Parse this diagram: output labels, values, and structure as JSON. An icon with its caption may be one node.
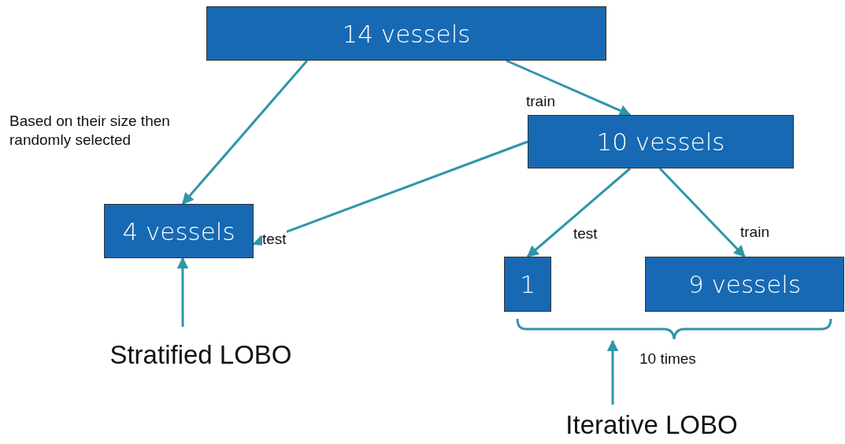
{
  "diagram": {
    "nodes": [
      {
        "text": [
          "14 vessels"
        ]
      },
      {
        "text": [
          "10 vessels"
        ]
      },
      {
        "text": [
          "4 vessels"
        ]
      },
      {
        "text": [
          "1"
        ]
      },
      {
        "text": [
          "9 vessels"
        ]
      },
      {
        "text": [
          "Stratified LOBO"
        ]
      },
      {
        "text": [
          "Iterative LOBO"
        ]
      },
      {
        "text": [],
        "shape": "brace"
      }
    ],
    "edges": [
      {
        "from": 0,
        "to": 2,
        "arrow": "to",
        "label": "Based on their size then randomly selected"
      },
      {
        "from": 0,
        "to": 1,
        "arrow": "to",
        "label": "train"
      },
      {
        "from": 1,
        "to": 2,
        "arrow": "to",
        "label": "test"
      },
      {
        "from": 1,
        "to": 3,
        "arrow": "to",
        "label": "test"
      },
      {
        "from": 1,
        "to": 4,
        "arrow": "to",
        "label": "train"
      },
      {
        "from": 5,
        "to": 2,
        "arrow": "to"
      },
      {
        "from": 6,
        "to": 7,
        "arrow": "to"
      }
    ],
    "labels": [
      "10 times"
    ]
  }
}
